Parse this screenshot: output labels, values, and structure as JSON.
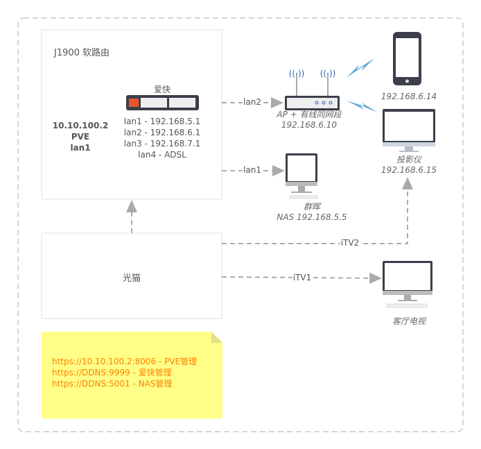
{
  "router_box": {
    "title": "J1900 软路由",
    "pve_ip": "10.10.100.2",
    "pve_name": "PVE",
    "pve_port": "lan1"
  },
  "switch": {
    "label": "爱快",
    "ports": [
      "lan1 - 192.168.5.1",
      "lan2 - 192.168.6.1",
      "lan3 - 192.168.7.1",
      "lan4 - ADSL"
    ]
  },
  "modem": {
    "label": "光猫"
  },
  "note": {
    "lines": [
      "https://10.10.100.2:8006 - PVE管理",
      "https://DDNS:9999 - 爱快管理",
      "https://DDNS:5001 - NAS管理"
    ],
    "color": "#ff8000",
    "bg": "#ffff88"
  },
  "links": {
    "lan2": "lan2",
    "lan1": "lan1",
    "itv2": "iTV2",
    "itv1": "iTV1"
  },
  "ap": {
    "name": "AP + 有线同网段",
    "ip": "192.168.6.10"
  },
  "phone": {
    "ip": "192.168.6.14"
  },
  "projector": {
    "name": "投影仪",
    "ip": "192.168.6.15"
  },
  "nas": {
    "name": "群晖",
    "ip": "NAS 192.168.5.5"
  },
  "tv": {
    "name": "客厅电视"
  }
}
